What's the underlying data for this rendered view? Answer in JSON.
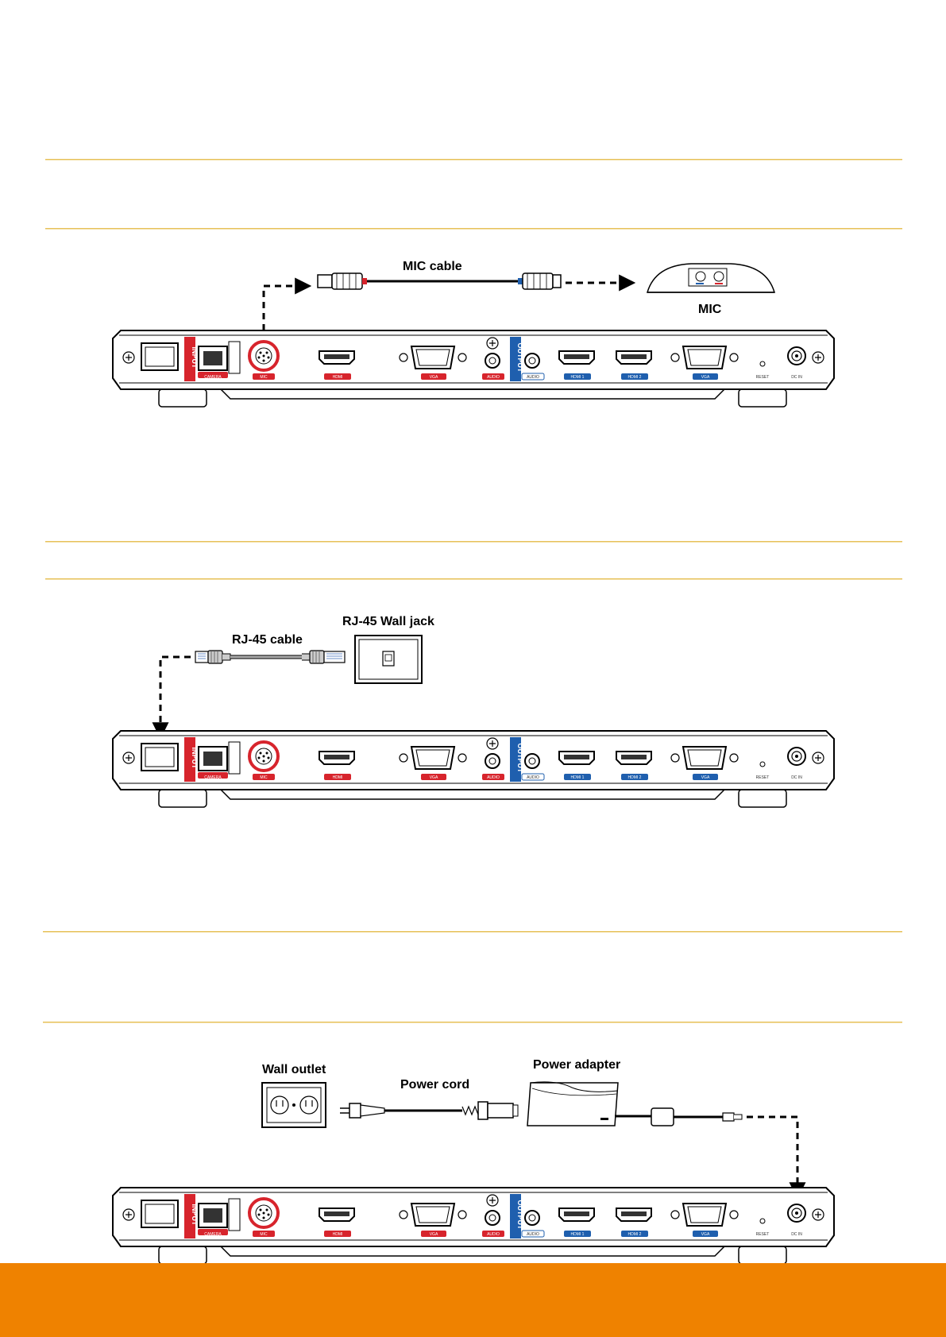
{
  "device": {
    "input_tag": "INPUT",
    "output_tag": "OUTPUT",
    "ports": {
      "camera": "CAMERA",
      "mic": "MIC",
      "hdmi_in": "HDMI",
      "vga_in": "VGA",
      "audio_in": "AUDIO",
      "audio_out": "AUDIO",
      "hdmi1": "HDMI 1",
      "hdmi2": "HDMI 2",
      "vga_out": "VGA",
      "reset": "RESET",
      "dc_in": "DC IN"
    },
    "colors": {
      "input_red": "#d7242c",
      "output_blue": "#1f5fae"
    }
  },
  "diagram1": {
    "cable_label": "MIC cable",
    "device_label": "MIC"
  },
  "diagram2": {
    "cable_label": "RJ-45 cable",
    "jack_label": "RJ-45 Wall jack"
  },
  "diagram3": {
    "outlet_label": "Wall outlet",
    "cord_label": "Power cord",
    "adapter_label": "Power adapter"
  },
  "theme": {
    "rule_color": "#e6c15a",
    "footer_color": "#ef8200"
  }
}
